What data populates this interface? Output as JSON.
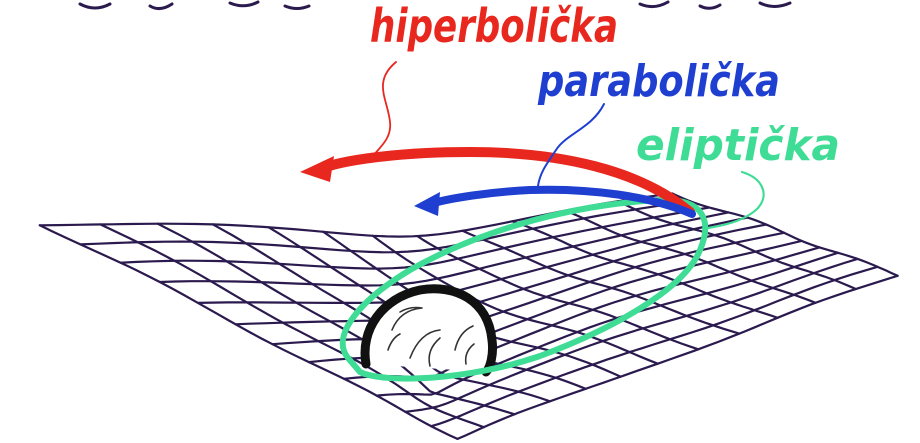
{
  "labels": {
    "hyperbolic": "hiperbolička",
    "parabolic": "parabolička",
    "elliptic": "eliptička"
  },
  "colors": {
    "grid": "#2a1a4e",
    "hyperbolic": "#e8281e",
    "parabolic": "#1f3fd0",
    "elliptic": "#3fdc96",
    "mass": "#111111",
    "pointer": "#e8281e"
  }
}
